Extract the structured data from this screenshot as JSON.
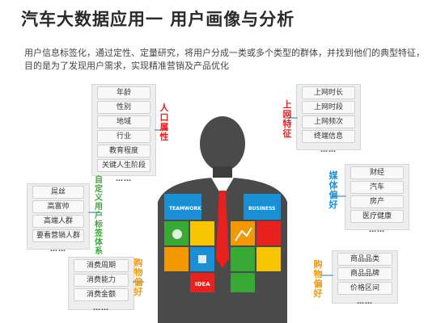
{
  "title": "汽车大数据应用一  用户画像与分析",
  "description": "用户信息标签化，通过定性、定量研究，将用户分成一类或多个类型的群体，并找到他们的典型特征，目的是为了发现用户需求，实现精准营销及产品优化",
  "groups": {
    "population": {
      "label": "人口属性",
      "items": [
        "年龄",
        "性别",
        "地域",
        "行业",
        "教育程度",
        "关键人生阶段",
        "……"
      ]
    },
    "online": {
      "label": "上网特征",
      "items": [
        "上网时长",
        "上网时段",
        "上网频次",
        "终端信息",
        "……"
      ]
    },
    "custom": {
      "label": "自定义用户标签体系",
      "items": [
        "屌丝",
        "高富帅",
        "高端人群",
        "要看营销人群",
        "……"
      ]
    },
    "media": {
      "label": "媒体偏好",
      "items": [
        "财经",
        "汽车",
        "房产",
        "医疗健康",
        "……"
      ]
    },
    "consume": {
      "label": "购物偏好",
      "items": [
        "消费周期",
        "消费能力",
        "消费金额",
        "……"
      ]
    },
    "shopping": {
      "label": "购物偏好",
      "items": [
        "商品品类",
        "商品品牌",
        "价格区间",
        "……"
      ]
    }
  },
  "figure": {
    "left_tag": "TEAMWORK",
    "right_tag": "BUSINESS",
    "bottom_tag": "IDEA"
  },
  "colors": {
    "blue": "#1a8fd6",
    "green": "#39a935",
    "orange": "#f39800",
    "red": "#e6211e",
    "yellow": "#f6c500",
    "gray": "#4a4a4a"
  }
}
